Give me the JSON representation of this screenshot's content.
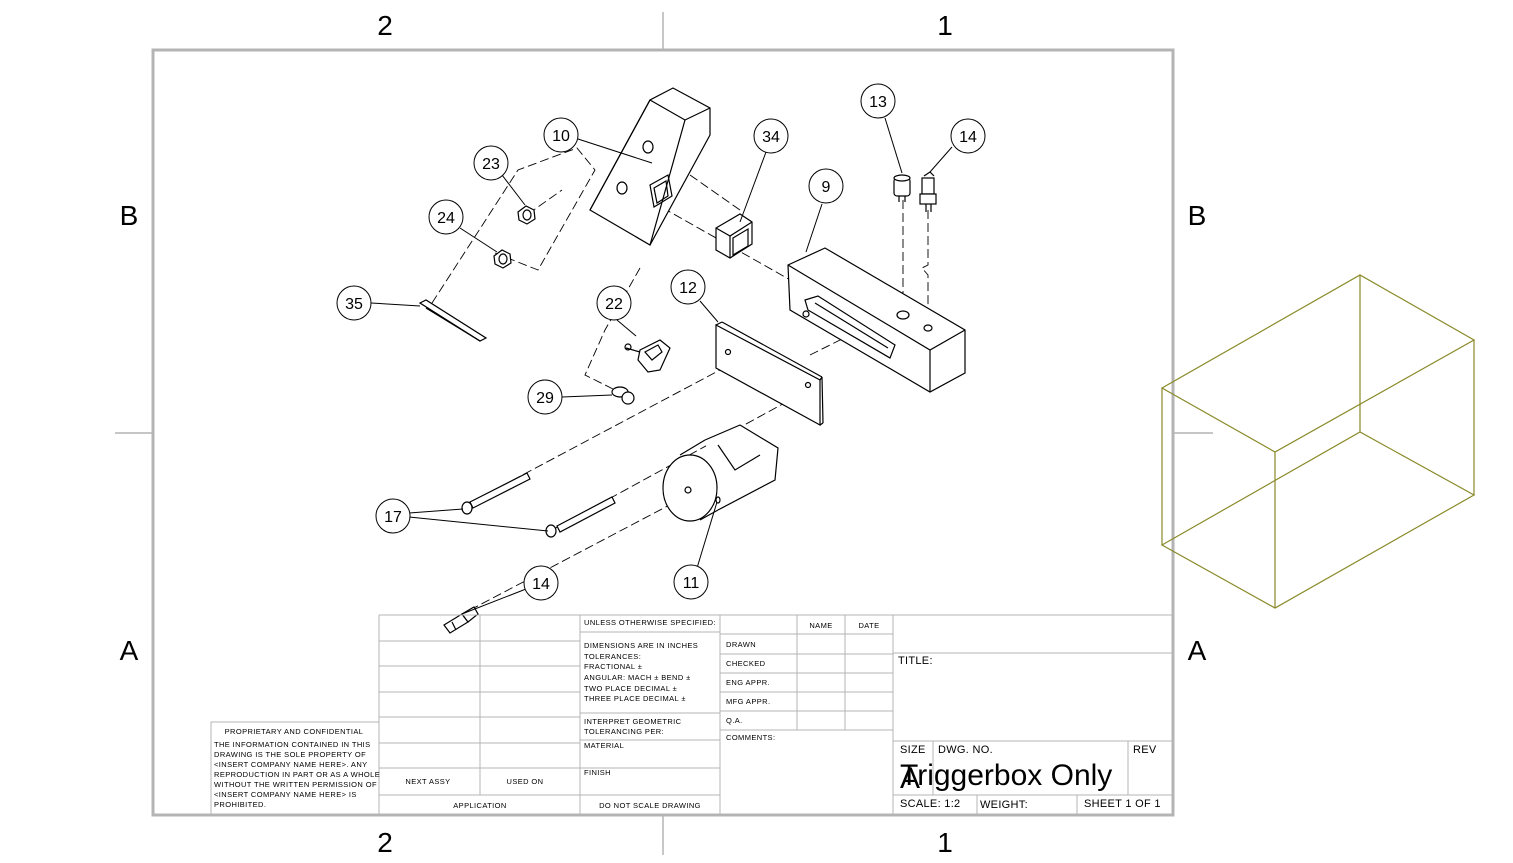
{
  "zones": {
    "top_left": "2",
    "top_right": "1",
    "left_upper": "B",
    "left_lower": "A",
    "right_upper": "B",
    "right_lower": "A",
    "bottom_left": "2",
    "bottom_right": "1"
  },
  "balloons": [
    "10",
    "23",
    "24",
    "35",
    "34",
    "9",
    "13",
    "14",
    "12",
    "22",
    "29",
    "17",
    "14",
    "11"
  ],
  "title_block": {
    "proprietary_title": "PROPRIETARY AND CONFIDENTIAL",
    "proprietary_lines": [
      "THE INFORMATION CONTAINED IN THIS",
      "DRAWING IS THE SOLE PROPERTY OF",
      "<INSERT COMPANY NAME HERE>. ANY",
      "REPRODUCTION IN PART OR AS A WHOLE",
      "WITHOUT THE WRITTEN PERMISSION OF",
      "<INSERT COMPANY NAME HERE> IS",
      "PROHIBITED."
    ],
    "next_assy": "NEXT ASSY",
    "used_on": "USED ON",
    "application": "APPLICATION",
    "unless": "UNLESS OTHERWISE SPECIFIED:",
    "dims_lines": [
      "DIMENSIONS ARE IN INCHES",
      "TOLERANCES:",
      "FRACTIONAL ±",
      "ANGULAR: MACH ±    BEND  ±",
      "TWO PLACE DECIMAL    ±",
      "THREE PLACE DECIMAL  ±"
    ],
    "interpret_lines": [
      "INTERPRET GEOMETRIC",
      "TOLERANCING PER:"
    ],
    "material": "MATERIAL",
    "finish": "FINISH",
    "do_not_scale": "DO NOT SCALE DRAWING",
    "name_header": "NAME",
    "date_header": "DATE",
    "rows": [
      "DRAWN",
      "CHECKED",
      "ENG APPR.",
      "MFG APPR.",
      "Q.A."
    ],
    "comments": "COMMENTS:",
    "title_label": "TITLE:",
    "size_label": "SIZE",
    "size_value": "A",
    "dwg_no_label": "DWG.  NO.",
    "rev_label": "REV",
    "dwg_name": "Triggerbox Only",
    "scale": "SCALE: 1:2",
    "weight": "WEIGHT:",
    "sheet": "SHEET 1 OF 1"
  },
  "colors": {
    "line": "#000000",
    "bbox": "#8a8a2a",
    "frame": "#b4b4b4"
  }
}
